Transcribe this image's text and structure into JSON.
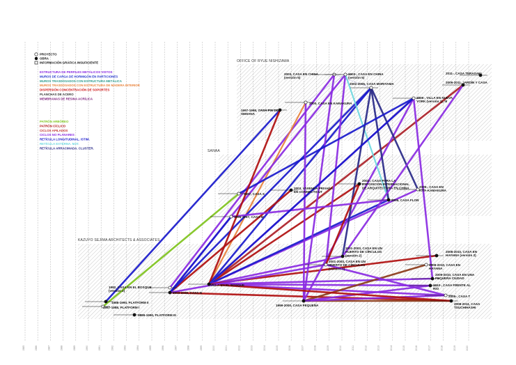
{
  "legend_markers": {
    "proyecto": "PROYECTO",
    "obra": "OBRA",
    "info_insuficiente": "INFORMACIÓN GRÁFICA INSUFICIENTE"
  },
  "legend_structure": [
    {
      "text": "ESTRUCTURA DE PERFILES METÁLICOS VISTOS",
      "color": "#8a2be2"
    },
    {
      "text": "MUROS DE CARGA DE HORMIGÓN EN PARTICIONES",
      "color": "#2233cc"
    },
    {
      "text": "MUROS TRASDOSADOS CON ESTRUCTURA METÁLICA",
      "color": "#2a9a8a"
    },
    {
      "text": "MUROS TRASDOSADOS CON ESTRUCTURA DE MADERA INTERIOR",
      "color": "#e8823a"
    },
    {
      "text": "DISPERSIÓN CONCENTRACIÓN DE SOPORTES",
      "color": "#cc1111"
    },
    {
      "text": "PLANCHAS DE ACERO",
      "color": "#333333"
    },
    {
      "text": "MEMBRANAS DE RESINA ACRÍLICA",
      "color": "#7a1a7a"
    }
  ],
  "legend_pattern": [
    {
      "text": "PATRÓN ARBÓREO",
      "color": "#7fc41e"
    },
    {
      "text": "PATRÓN CÍCLICO",
      "color": "#b01010"
    },
    {
      "text": "CICLOS APILADOS",
      "color": "#c03030"
    },
    {
      "text": "CICLOS NO PLANARES",
      "color": "#8a2be2"
    },
    {
      "text": "RETÍCULA LONGITUDINAL. ISTIM.",
      "color": "#1a1acc"
    },
    {
      "text": "RETÍCULA EXTERNA. MAT.",
      "color": "#6fd8e0"
    },
    {
      "text": "RETÍCULA ARRACIMADA. CLUSTER.",
      "color": "#2a2a88"
    }
  ],
  "bands": {
    "office_nishizawa": "OFFICE OF RYUE NISHIZAWA",
    "sanaa": "SANAA",
    "sejima": "KAZUYO SEJIMA ARCHITECTS & ASSOCIATES"
  },
  "projects": [
    {
      "id": "platform1",
      "label": "1987-1988, PLATFORM I"
    },
    {
      "id": "platform2",
      "label": "1988-1990, PLATFORM II"
    },
    {
      "id": "platform3",
      "label": "1989-1990, PLATFORM III"
    },
    {
      "id": "bosque",
      "label": "1992, CASA EN EL BOSQUE (versión 2)"
    },
    {
      "id": "casan",
      "label": "2003-2008, CASA N"
    },
    {
      "id": "villabosque",
      "label": "VILLA EN EL BOSQUE"
    },
    {
      "id": "casas",
      "label": "1997, CASA S"
    },
    {
      "id": "casam",
      "label": "1996-1997, CASA M"
    },
    {
      "id": "casafinsemana",
      "label": "1997-1998, CASA FIN DE SEMANA"
    },
    {
      "id": "kamakura",
      "label": "2000, CASA EN KAMAKURA"
    },
    {
      "id": "chinav",
      "label": "2003, CASA EN CHINA (versión 5)"
    },
    {
      "id": "chinaa",
      "label": "2003-, CASA EN CHINA (versión 6)"
    },
    {
      "id": "moriyama",
      "label": "2002-2005, CASA MORIYAMA"
    },
    {
      "id": "terasaki",
      "label": "2011-, CASA TERASAKI"
    },
    {
      "id": "jardin",
      "label": "2009-2011, JARDÍN Y CASA"
    },
    {
      "id": "villanuevayork",
      "label": "2006-, VILLA EN NUEVA YORK (versión 1), III"
    },
    {
      "id": "vivienda",
      "label": "2003, VIVIENDA PRIVADA EN CONNECTICUT"
    },
    {
      "id": "exposicion",
      "label": "2004-, CASA PARA LA EXPOSICIÓN INTERNACIONAL DE ARQUITECTURA EN CHINA"
    },
    {
      "id": "kitakamakura",
      "label": "2009-, CASA EN KITA-KAMAKURA"
    },
    {
      "id": "flor",
      "label": "2006, CASA FLOR"
    },
    {
      "id": "circulos1",
      "label": "2001-2003, CASA EN UN HUERTO DE CÍRCULOS (versión 2)"
    },
    {
      "id": "circulos2",
      "label": "2001-2003, CASA EN UN HUERTO DE CÍRCULOS (versión 1)"
    },
    {
      "id": "pequena",
      "label": "1999-2000, CASA PEQUEÑA"
    },
    {
      "id": "hayama",
      "label": "2008-2010, CASA EN HAYAMA (versión 2)"
    },
    {
      "id": "hayama2",
      "label": "2008-2010, CASA EN HAYAMA"
    },
    {
      "id": "pequeciudad",
      "label": "2009-2010, CASA EN UNA PEQUEÑA CIUDAD"
    },
    {
      "id": "frenterio",
      "label": "2010-, CASA FRENTE AL RÍO"
    },
    {
      "id": "casat",
      "label": "2005-, CASA T"
    },
    {
      "id": "tsuchihashi",
      "label": "2008-2011, CASA TSUCHIHASHI"
    }
  ],
  "years": [
    "1985",
    "1986",
    "1987",
    "1988",
    "1989",
    "1990",
    "1991",
    "1992",
    "1993",
    "1994",
    "1995",
    "1996",
    "1997",
    "1998",
    "1999",
    "2000",
    "2001",
    "2002",
    "2003",
    "2004",
    "2005",
    "2006",
    "2007",
    "2008",
    "2009",
    "2010",
    "2011",
    "2012",
    "2013",
    "2014",
    "2015",
    "2016",
    "2017",
    "2018",
    "2019",
    "2020",
    "2021"
  ],
  "colors": {
    "purple": "#8a2be2",
    "blue": "#1a1acc",
    "darkblue": "#2a2a88",
    "red": "#b01010",
    "green": "#7fc41e",
    "orange": "#e8823a",
    "cyan": "#6fd8e0",
    "brown": "#8b3a1a"
  },
  "connections": [
    {
      "from": "platform1",
      "to": "casas",
      "color": "green"
    },
    {
      "from": "platform2",
      "to": "casafinsemana",
      "color": "blue"
    },
    {
      "from": "bosque",
      "to": "chinav",
      "color": "purple"
    },
    {
      "from": "villabosque",
      "to": "kamakura",
      "color": "orange"
    },
    {
      "from": "villabosque",
      "to": "moriyama",
      "color": "blue"
    },
    {
      "from": "villabosque",
      "to": "jardin",
      "color": "red"
    },
    {
      "from": "villabosque",
      "to": "villanuevayork",
      "color": "purple"
    },
    {
      "from": "villabosque",
      "to": "exposicion",
      "color": "red"
    },
    {
      "from": "villabosque",
      "to": "kitakamakura",
      "color": "purple"
    },
    {
      "from": "villabosque",
      "to": "flor",
      "color": "blue"
    },
    {
      "from": "villabosque",
      "to": "circulos1",
      "color": "purple"
    },
    {
      "from": "villabosque",
      "to": "hayama",
      "color": "red"
    },
    {
      "from": "villabosque",
      "to": "pequeciudad",
      "color": "purple"
    },
    {
      "from": "villabosque",
      "to": "frenterio",
      "color": "purple"
    },
    {
      "from": "villabosque",
      "to": "casat",
      "color": "purple"
    },
    {
      "from": "casan",
      "to": "chinaa",
      "color": "purple"
    },
    {
      "from": "casan",
      "to": "vivienda",
      "color": "red"
    },
    {
      "from": "casan",
      "to": "casam",
      "color": "blue"
    },
    {
      "from": "casan",
      "to": "tsuchihashi",
      "color": "red"
    },
    {
      "from": "casan",
      "to": "moriyama",
      "color": "blue"
    },
    {
      "from": "pequena",
      "to": "hayama2",
      "color": "brown"
    },
    {
      "from": "pequena",
      "to": "tsuchihashi",
      "color": "brown"
    },
    {
      "from": "pequena",
      "to": "chinav",
      "color": "purple"
    },
    {
      "from": "pequena",
      "to": "villanuevayork",
      "color": "purple"
    },
    {
      "from": "pequena",
      "to": "frenterio",
      "color": "purple"
    },
    {
      "from": "pequena",
      "to": "casat",
      "color": "purple"
    },
    {
      "from": "chinaa",
      "to": "circulos2",
      "color": "purple"
    },
    {
      "from": "chinaa",
      "to": "flor",
      "color": "cyan"
    },
    {
      "from": "moriyama",
      "to": "kitakamakura",
      "color": "darkblue"
    },
    {
      "from": "moriyama",
      "to": "flor",
      "color": "darkblue"
    },
    {
      "from": "moriyama",
      "to": "circulos1",
      "color": "darkblue"
    },
    {
      "from": "jardin",
      "to": "circulos1",
      "color": "purple"
    },
    {
      "from": "exposicion",
      "to": "circulos2",
      "color": "red"
    },
    {
      "from": "casas",
      "to": "villanuevayork",
      "color": "blue"
    },
    {
      "from": "casam",
      "to": "flor",
      "color": "purple"
    },
    {
      "from": "casafinsemana",
      "to": "villabosque",
      "color": "red"
    },
    {
      "from": "kamakura",
      "to": "pequena",
      "color": "purple"
    },
    {
      "from": "villanuevayork",
      "to": "pequeciudad",
      "color": "purple"
    },
    {
      "from": "circulos2",
      "to": "casat",
      "color": "purple"
    },
    {
      "from": "villabosque",
      "to": "tsuchihashi",
      "color": "red"
    },
    {
      "from": "villabosque",
      "to": "villanuevayork",
      "color": "blue"
    },
    {
      "from": "casan",
      "to": "circulos2",
      "color": "purple"
    }
  ]
}
